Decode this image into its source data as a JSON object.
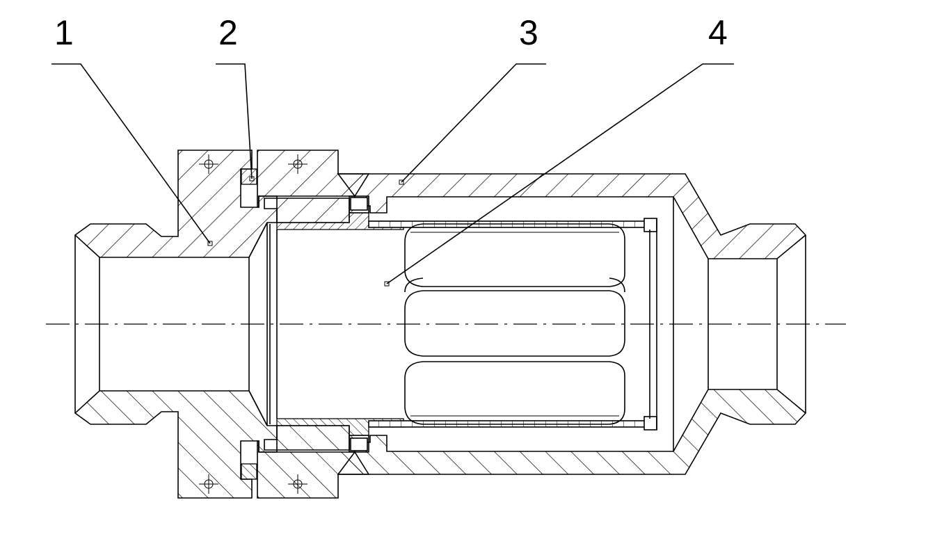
{
  "figure": {
    "callouts": [
      {
        "id": "callout-1",
        "label": "1"
      },
      {
        "id": "callout-2",
        "label": "2"
      },
      {
        "id": "callout-3",
        "label": "3"
      },
      {
        "id": "callout-4",
        "label": "4"
      }
    ]
  },
  "colors": {
    "line": "#000000",
    "background": "#ffffff"
  }
}
